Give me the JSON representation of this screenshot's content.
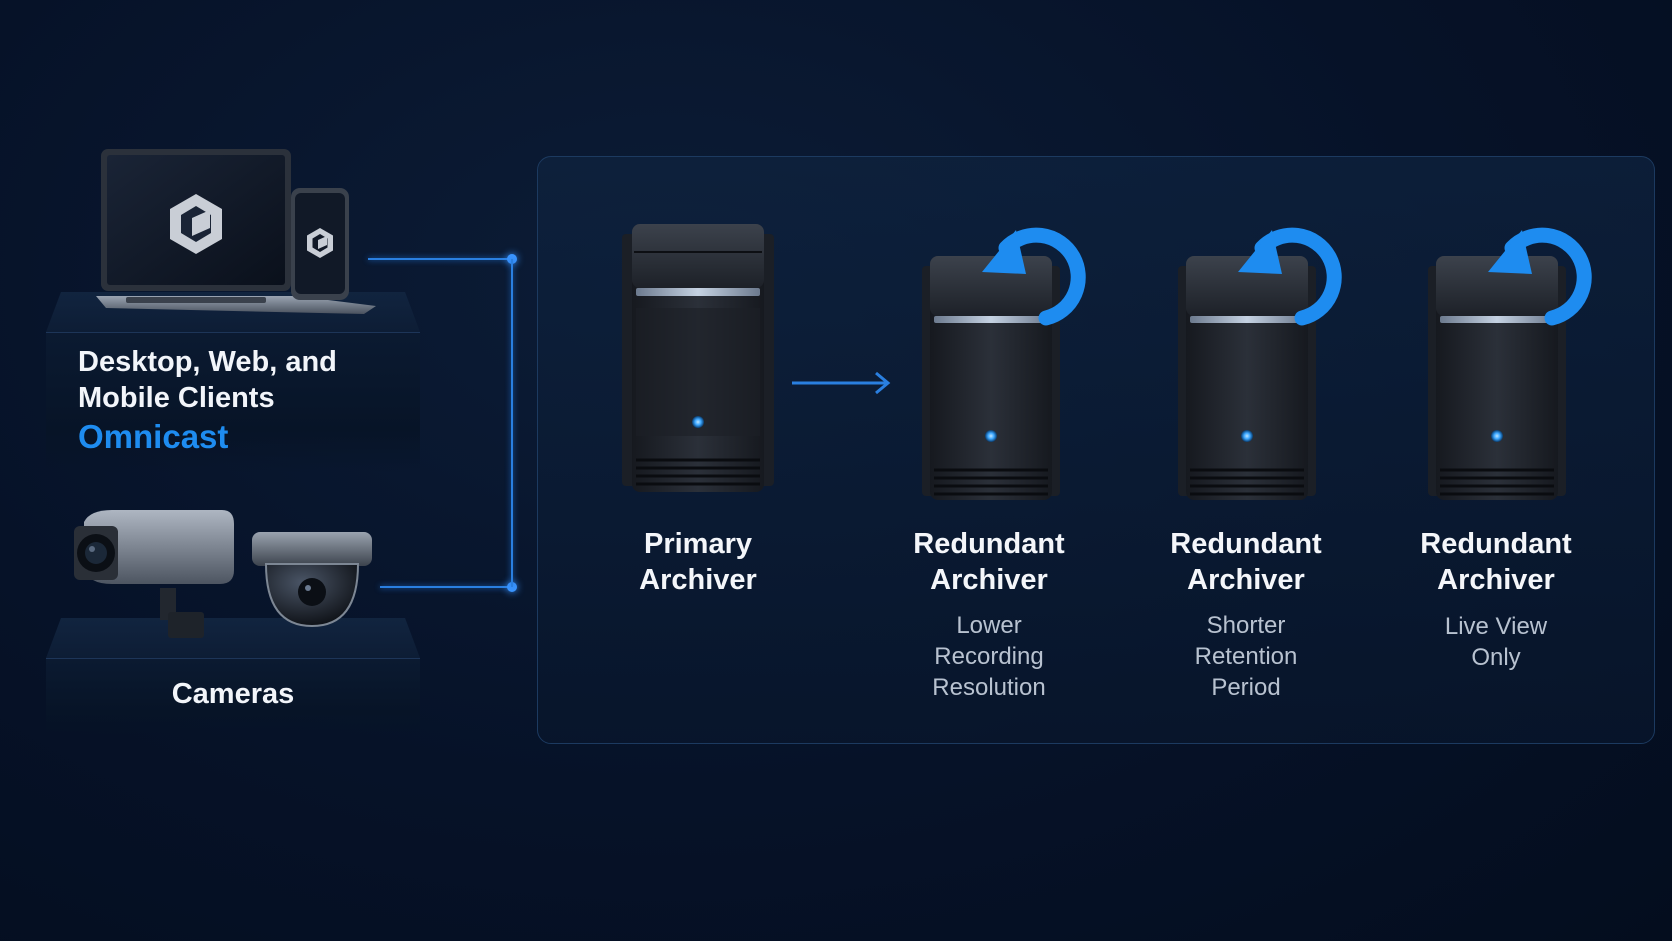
{
  "clients": {
    "title_line1": "Desktop, Web, and",
    "title_line2": "Mobile Clients",
    "brand": "Omnicast",
    "laptop_icon": "omnicast-logo-icon",
    "phone_icon": "omnicast-logo-icon"
  },
  "cameras": {
    "title": "Cameras",
    "bullet_icon": "bullet-camera-icon",
    "dome_icon": "dome-camera-icon"
  },
  "archivers": [
    {
      "line1": "Primary",
      "line2": "Archiver",
      "details": []
    },
    {
      "line1": "Redundant",
      "line2": "Archiver",
      "details": [
        "Lower",
        "Recording",
        "Resolution"
      ]
    },
    {
      "line1": "Redundant",
      "line2": "Archiver",
      "details": [
        "Shorter",
        "Retention",
        "Period"
      ]
    },
    {
      "line1": "Redundant",
      "line2": "Archiver",
      "details": [
        "Live View",
        "Only"
      ]
    }
  ],
  "colors": {
    "accent": "#1e8cf0",
    "background": "#061228",
    "line": "#2a7fe0"
  }
}
